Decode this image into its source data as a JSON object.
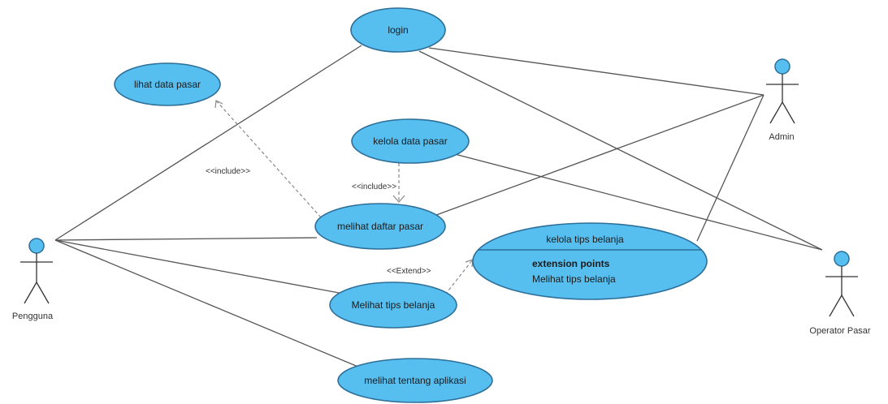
{
  "diagram": {
    "colors": {
      "usecase_fill": "#56bff0",
      "usecase_stroke": "#2d6f99",
      "actor_head_fill": "#56bff0",
      "line": "#555555",
      "dashed_line": "#888888"
    },
    "actors": {
      "pengguna": {
        "label": "Pengguna"
      },
      "admin": {
        "label": "Admin"
      },
      "operator": {
        "label": "Operator Pasar"
      }
    },
    "usecases": {
      "login": {
        "label": "login"
      },
      "lihat_data_pasar": {
        "label": "lihat data pasar"
      },
      "kelola_data_pasar": {
        "label": "kelola data pasar"
      },
      "melihat_daftar_pasar": {
        "label": "melihat daftar pasar"
      },
      "kelola_tips_belanja": {
        "label": "kelola tips belanja",
        "ext_title": "extension points",
        "ext_point": "Melihat tips belanja"
      },
      "melihat_tips_belanja": {
        "label": "Melihat tips belanja"
      },
      "melihat_tentang_aplikasi": {
        "label": "melihat tentang aplikasi"
      }
    },
    "relations": {
      "include_left": "<<include>>",
      "include_center": "<<include>>",
      "extend": "<<Extend>>"
    }
  }
}
